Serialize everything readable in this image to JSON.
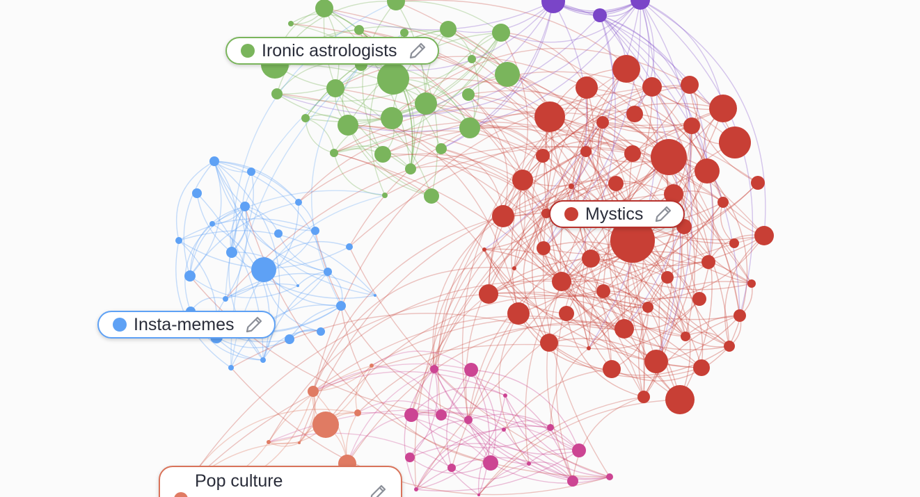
{
  "clusters": {
    "ironic": {
      "label": "Ironic astrologists",
      "color": "#7ab55c"
    },
    "mystics": {
      "label": "Mystics",
      "color": "#c83f35"
    },
    "insta": {
      "label": "Insta-memes",
      "color": "#5ea1f5"
    },
    "pop": {
      "label": "Pop culture",
      "color": "#e07b63"
    },
    "pink": {
      "label": "",
      "color": "#cc4593"
    },
    "purple": {
      "label": "",
      "color": "#7a45c8"
    }
  },
  "icons": {
    "edit": "pencil-icon"
  }
}
